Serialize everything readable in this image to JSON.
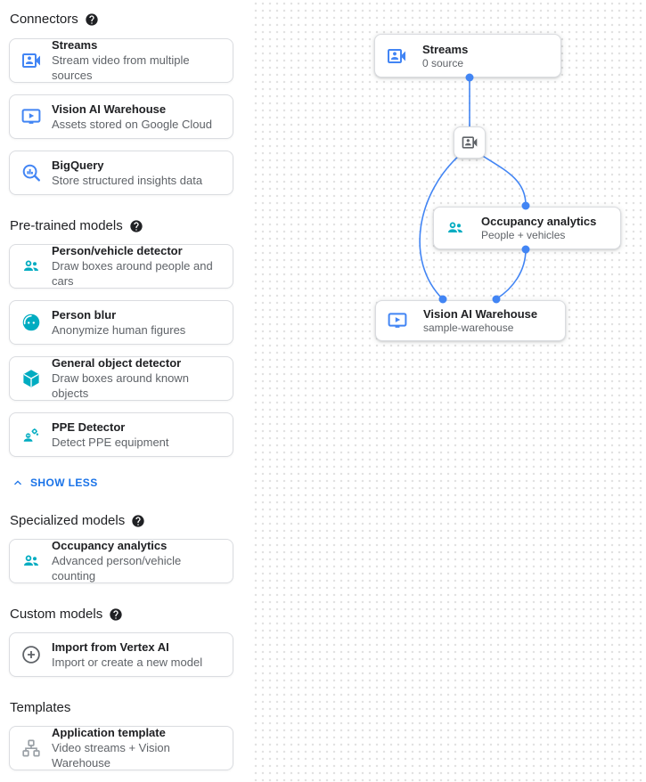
{
  "colors": {
    "icon_blue": "#4285f4",
    "icon_teal": "#00acc1",
    "icon_gray": "#5f6368",
    "link_blue": "#1a73e8",
    "title_text": "#202124",
    "subtitle_text": "#5f6368",
    "card_border": "#dadce0",
    "edge_blue": "#4285f4",
    "grid_dot": "#e2e2e2"
  },
  "sidebar": {
    "sections": {
      "connectors": {
        "title": "Connectors",
        "help_icon": "help-icon",
        "cards": [
          {
            "icon": "video-camera-front-icon",
            "title": "Streams",
            "subtitle": "Stream video from multiple sources"
          },
          {
            "icon": "smart-display-icon",
            "title": "Vision AI Warehouse",
            "subtitle": "Assets stored on Google Cloud"
          },
          {
            "icon": "bigquery-icon",
            "title": "BigQuery",
            "subtitle": "Store structured insights data"
          }
        ]
      },
      "pretrained": {
        "title": "Pre-trained models",
        "help_icon": "help-icon",
        "cards": [
          {
            "icon": "people-icon",
            "title": "Person/vehicle detector",
            "subtitle": "Draw boxes around people and cars"
          },
          {
            "icon": "face-blur-icon",
            "title": "Person blur",
            "subtitle": "Anonymize human figures"
          },
          {
            "icon": "cube-icon",
            "title": "General object detector",
            "subtitle": "Draw boxes around known objects"
          },
          {
            "icon": "ppe-icon",
            "title": "PPE Detector",
            "subtitle": "Detect PPE equipment"
          }
        ],
        "collapse_link": "SHOW LESS"
      },
      "specialized": {
        "title": "Specialized models",
        "help_icon": "help-icon",
        "cards": [
          {
            "icon": "people-icon",
            "title": "Occupancy analytics",
            "subtitle": "Advanced person/vehicle counting"
          }
        ]
      },
      "custom": {
        "title": "Custom models",
        "help_icon": "help-icon",
        "cards": [
          {
            "icon": "add-circle-icon",
            "title": "Import from Vertex AI",
            "subtitle": "Import or create a new model"
          }
        ]
      },
      "templates": {
        "title": "Templates",
        "cards": [
          {
            "icon": "tree-icon",
            "title": "Application template",
            "subtitle": "Video streams + Vision Warehouse"
          }
        ]
      }
    }
  },
  "canvas": {
    "nodes": {
      "streams": {
        "icon": "video-camera-front-icon",
        "title": "Streams",
        "subtitle": "0 source"
      },
      "camera": {
        "icon": "video-camera-front-icon"
      },
      "occupancy": {
        "icon": "people-icon",
        "title": "Occupancy analytics",
        "subtitle": "People + vehicles"
      },
      "warehouse": {
        "icon": "smart-display-icon",
        "title": "Vision AI Warehouse",
        "subtitle": "sample-warehouse"
      }
    }
  }
}
